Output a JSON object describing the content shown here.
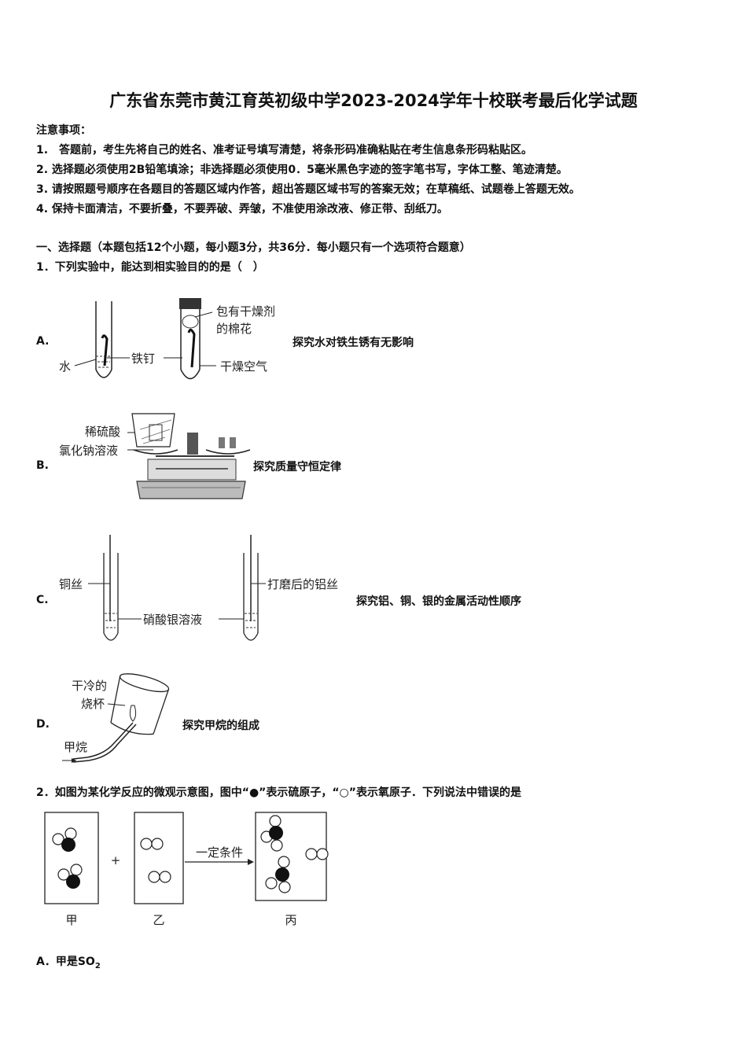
{
  "title": "广东省东莞市黄江育英初级中学2023-2024学年十校联考最后化学试题",
  "notice": {
    "heading": "注意事项：",
    "items": [
      "1.　答题前，考生先将自己的姓名、准考证号填写清楚，将条形码准确粘贴在考生信息条形码粘贴区。",
      "2. 选择题必须使用2B铅笔填涂；非选择题必须使用0．5毫米黑色字迹的签字笔书写，字体工整、笔迹清楚。",
      "3. 请按照题号顺序在各题目的答题区域内作答，超出答题区域书写的答案无效；在草稿纸、试题卷上答题无效。",
      "4. 保持卡面清洁，不要折叠，不要弄破、弄皱，不准使用涂改液、修正带、刮纸刀。"
    ]
  },
  "section1": "一、选择题（本题包括12个小题，每小题3分，共36分．每小题只有一个选项符合题意）",
  "q1": {
    "stem": "1．下列实验中，能达到相实验目的的是（　）",
    "options": [
      {
        "letter": "A.",
        "desc": "探究水对铁生锈有无影响",
        "labels": {
          "water": "水",
          "nail": "铁钉",
          "cotton1": "包有干燥剂",
          "cotton2": "的棉花",
          "air": "干燥空气"
        }
      },
      {
        "letter": "B.",
        "desc": "探究质量守恒定律",
        "labels": {
          "acid": "稀硫酸",
          "salt": "氯化钠溶液"
        }
      },
      {
        "letter": "C.",
        "desc": "探究铝、铜、银的金属活动性顺序",
        "labels": {
          "copper": "铜丝",
          "silver": "硝酸银溶液",
          "aluminum": "打磨后的铝丝"
        }
      },
      {
        "letter": "D.",
        "desc": "探究甲烷的组成",
        "labels": {
          "beaker1": "干冷的",
          "beaker2": "烧杯",
          "methane": "甲烷"
        }
      }
    ]
  },
  "q2": {
    "stem": "2．如图为某化学反应的微观示意图，图中“●”表示硫原子，“○”表示氧原子．下列说法中错误的是",
    "labels": {
      "plus": "+",
      "condition": "一定条件",
      "jia": "甲",
      "yi": "乙",
      "bing": "丙"
    },
    "optionA": "A．甲是SO",
    "optionA_sub": "2"
  }
}
